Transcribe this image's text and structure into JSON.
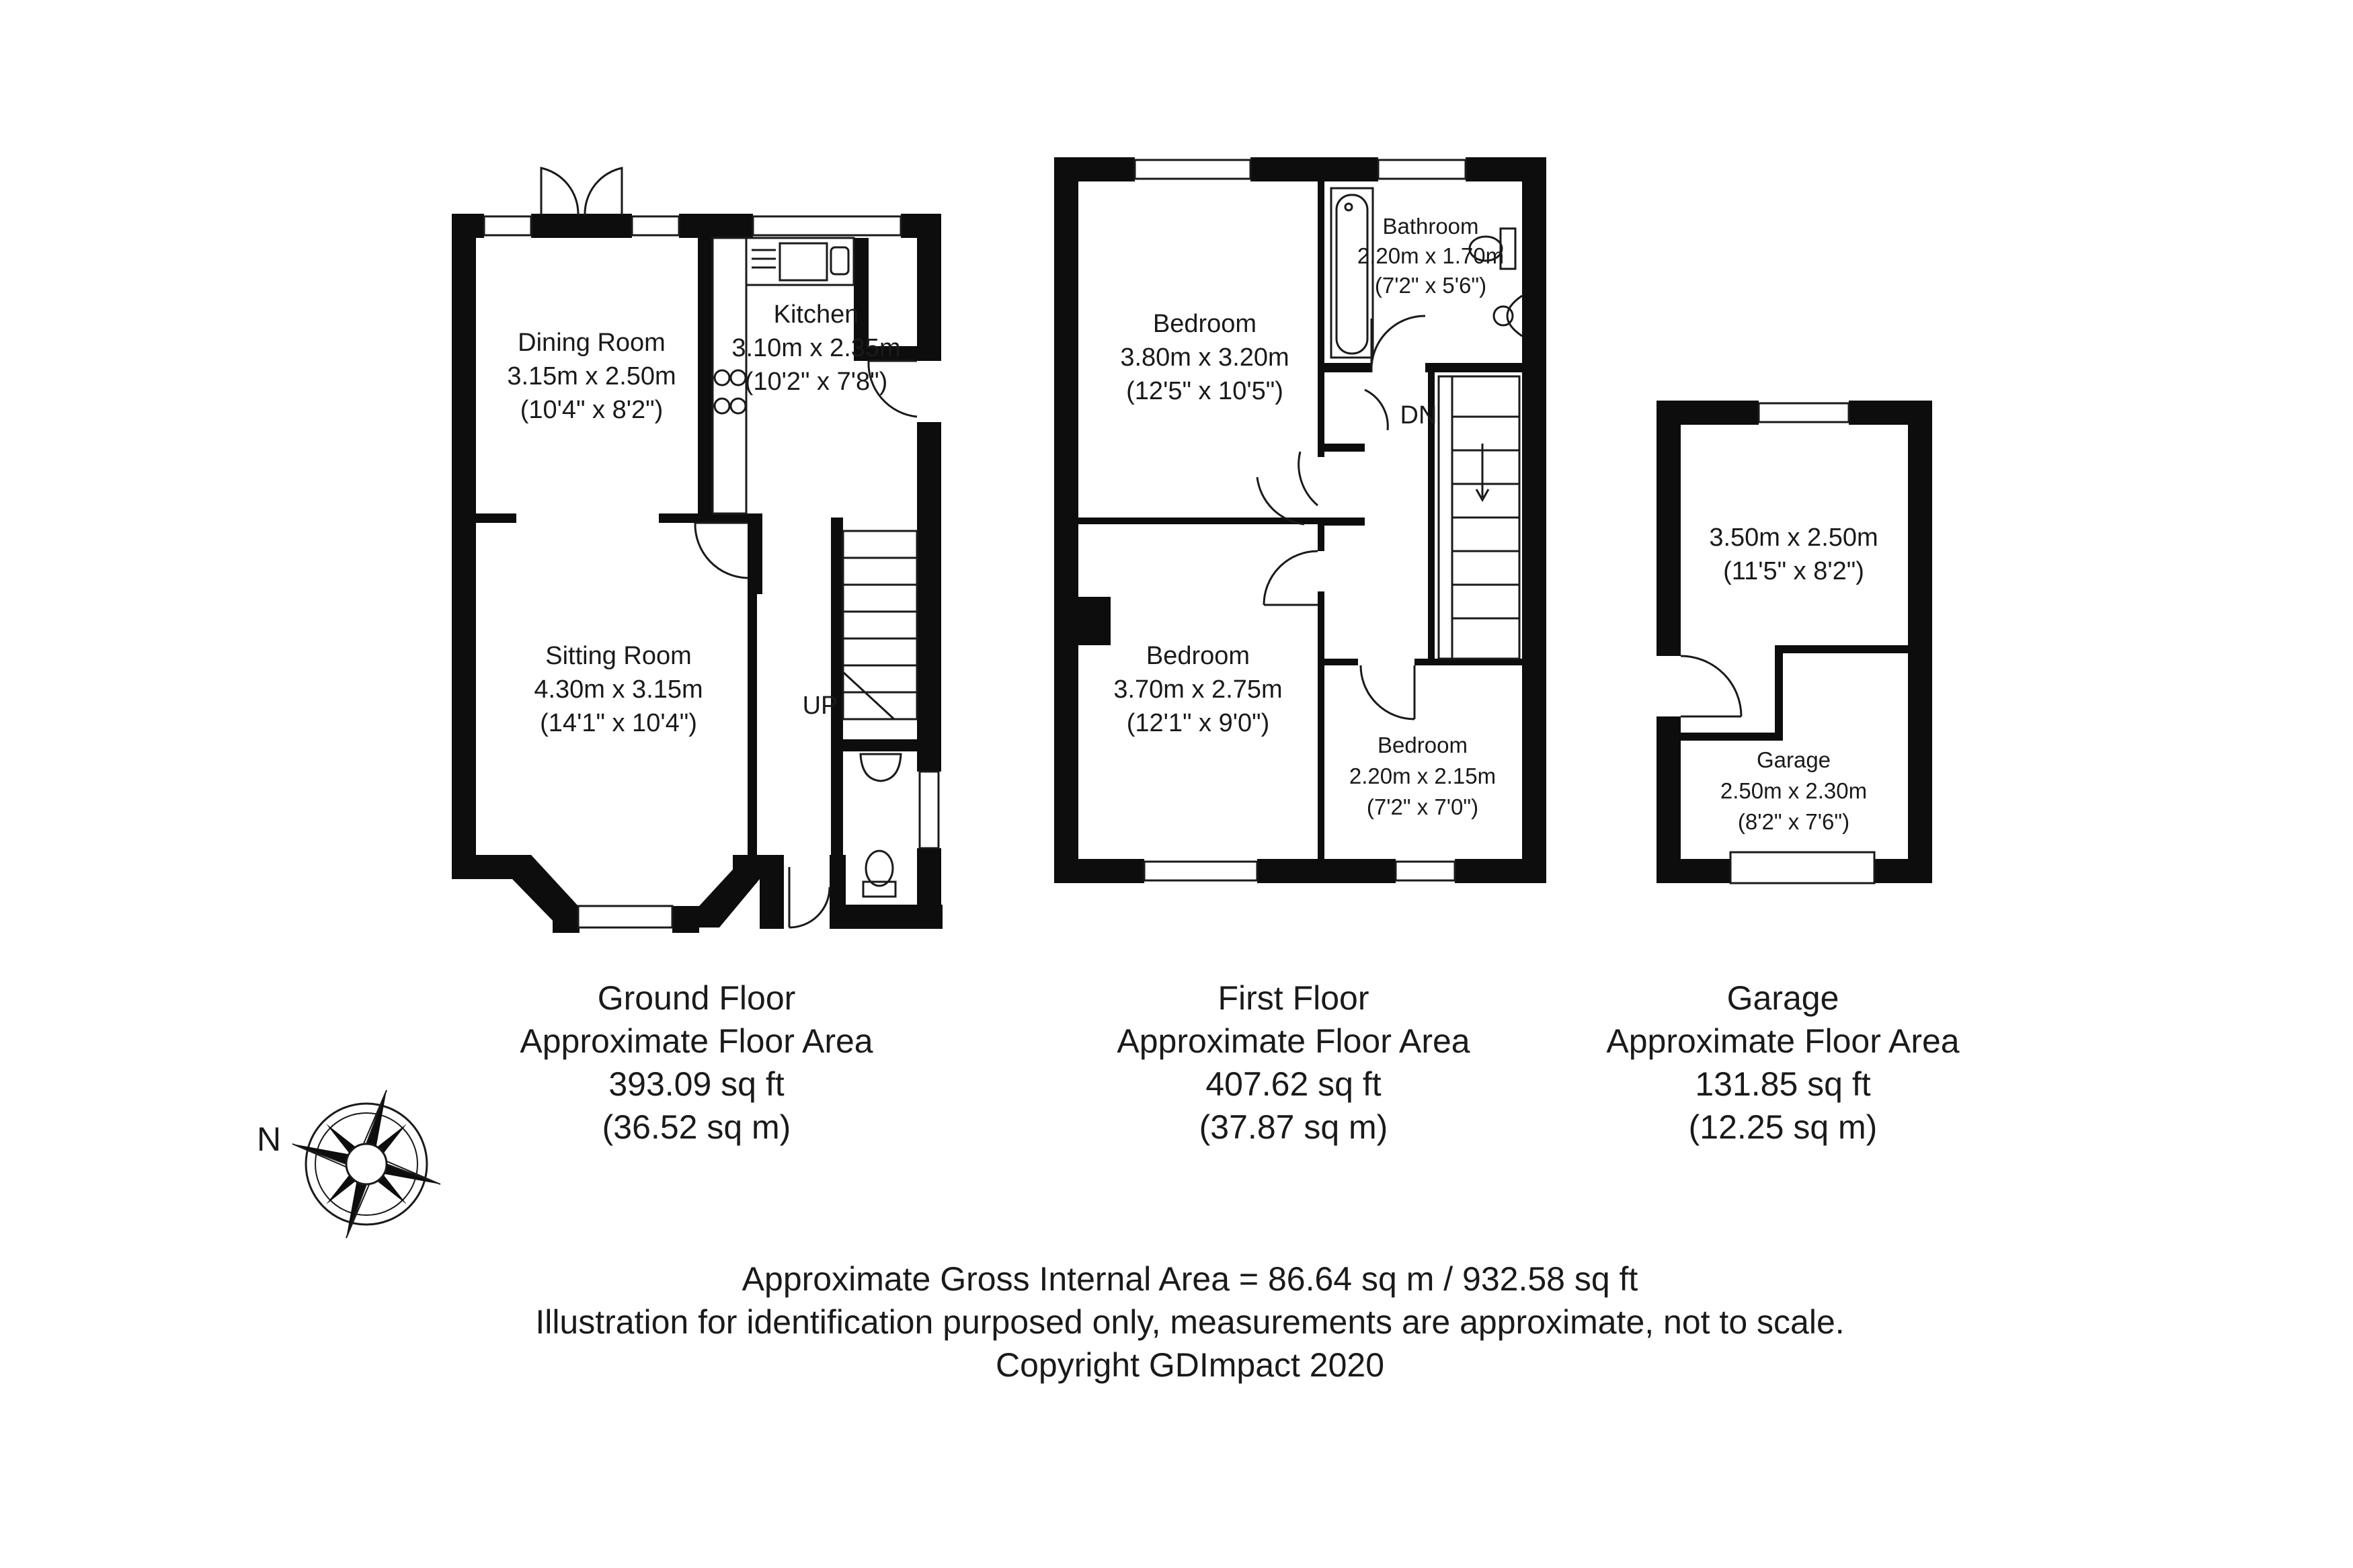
{
  "ground_floor": {
    "rooms": {
      "dining": {
        "name": "Dining Room",
        "metric": "3.15m x 2.50m",
        "imperial": "(10'4\" x 8'2\")"
      },
      "kitchen": {
        "name": "Kitchen",
        "metric": "3.10m x 2.35m",
        "imperial": "(10'2\" x 7'8\")"
      },
      "sitting": {
        "name": "Sitting Room",
        "metric": "4.30m x 3.15m",
        "imperial": "(14'1\" x 10'4\")"
      }
    },
    "stair_label": "UP",
    "caption": {
      "name": "Ground Floor",
      "area_label": "Approximate Floor Area",
      "sq_ft": "393.09 sq ft",
      "sq_m": "(36.52 sq m)"
    }
  },
  "first_floor": {
    "rooms": {
      "bedroom1": {
        "name": "Bedroom",
        "metric": "3.80m x 3.20m",
        "imperial": "(12'5\" x 10'5\")"
      },
      "bathroom": {
        "name": "Bathroom",
        "metric": "2.20m x 1.70m",
        "imperial": "(7'2\" x 5'6\")"
      },
      "bedroom2": {
        "name": "Bedroom",
        "metric": "3.70m x 2.75m",
        "imperial": "(12'1\" x 9'0\")"
      },
      "bedroom3": {
        "name": "Bedroom",
        "metric": "2.20m x 2.15m",
        "imperial": "(7'2\" x 7'0\")"
      }
    },
    "stair_label": "DN",
    "caption": {
      "name": "First Floor",
      "area_label": "Approximate Floor Area",
      "sq_ft": "407.62 sq ft",
      "sq_m": "(37.87 sq m)"
    }
  },
  "garage": {
    "rooms": {
      "upper": {
        "metric": "3.50m x 2.50m",
        "imperial": "(11'5\" x 8'2\")"
      },
      "garage": {
        "name": "Garage",
        "metric": "2.50m x 2.30m",
        "imperial": "(8'2\" x 7'6\")"
      }
    },
    "caption": {
      "name": "Garage",
      "area_label": "Approximate Floor Area",
      "sq_ft": "131.85 sq ft",
      "sq_m": "(12.25 sq m)"
    }
  },
  "compass": {
    "label": "N"
  },
  "footer": {
    "line1": "Approximate Gross Internal Area = 86.64 sq m / 932.58 sq ft",
    "line2": "Illustration for identification purposed only, measurements are approximate, not to scale.",
    "line3": "Copyright GDImpact 2020"
  },
  "colors": {
    "wall": "#0d0d0d",
    "line": "#1a1a1a",
    "background": "#ffffff"
  }
}
